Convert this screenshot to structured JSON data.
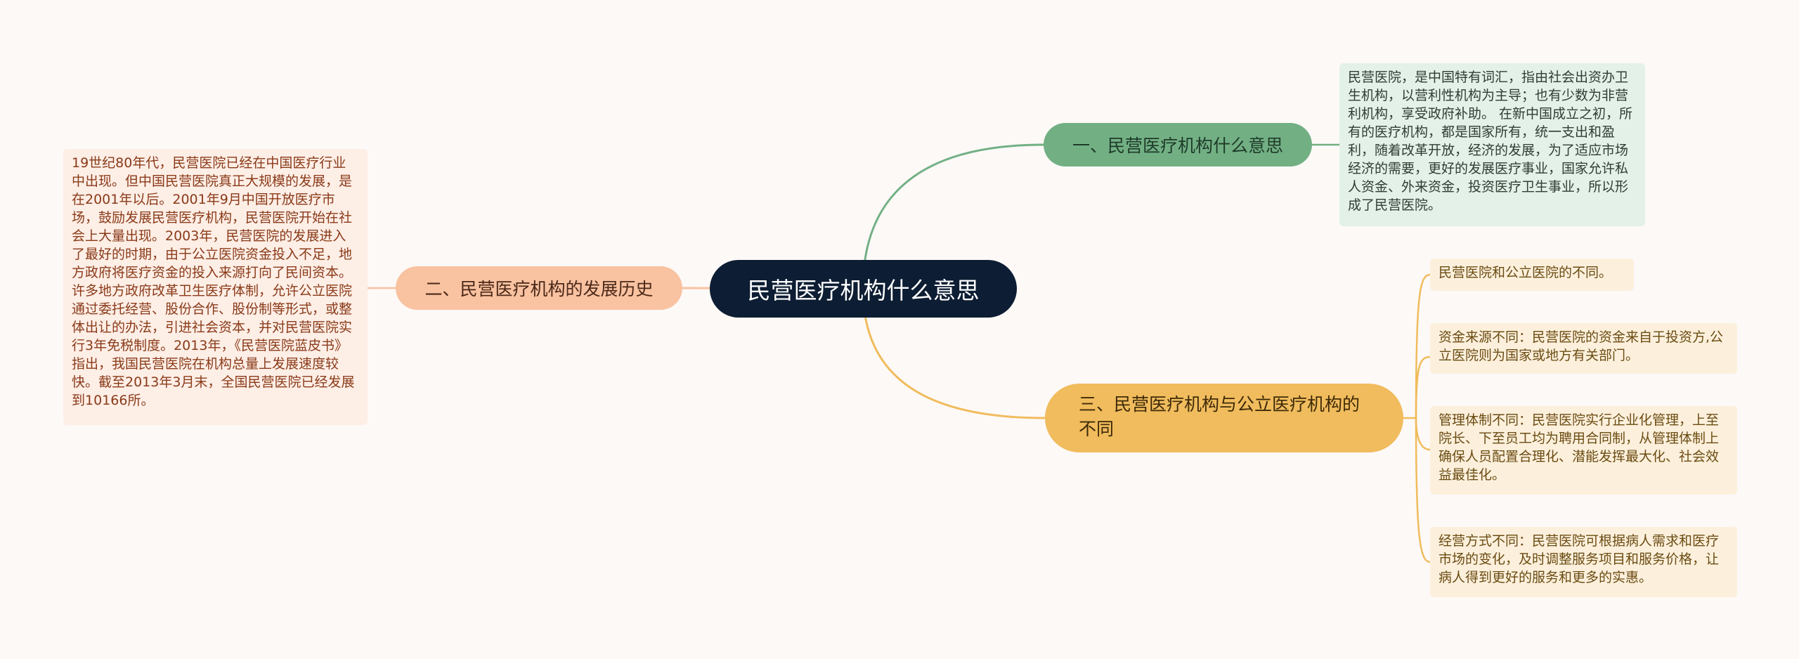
{
  "root": {
    "label": "民营医疗机构什么意思"
  },
  "branches": [
    {
      "label": "一、民营医疗机构什么意思",
      "color": "#72b084",
      "details": [
        "民营医院，是中国特有词汇，指由社会出资办卫生机构，以营利性机构为主导；也有少数为非营利机构，享受政府补助。 在新中国成立之初，所有的医疗机构，都是国家所有，统一支出和盈利，随着改革开放，经济的发展，为了适应市场经济的需要，更好的发展医疗事业，国家允许私人资金、外来资金，投资医疗卫生事业，所以形成了民营医院。"
      ]
    },
    {
      "label": "二、民营医疗机构的发展历史",
      "color": "#f9c2a1",
      "details": [
        "19世纪80年代，民营医院已经在中国医疗行业中出现。但中国民营医院真正大规模的发展，是在2001年以后。2001年9月中国开放医疗市场，鼓励发展民营医疗机构，民营医院开始在社会上大量出现。2003年，民营医院的发展进入了最好的时期，由于公立医院资金投入不足，地方政府将医疗资金的投入来源打向了民间资本。许多地方政府改革卫生医疗体制，允许公立医院通过委托经营、股份合作、股份制等形式，或整体出让的办法，引进社会资本，并对民营医院实行3年免税制度。2013年，《民营医院蓝皮书》指出，我国民营医院在机构总量上发展速度较快。截至2013年3月末，全国民营医院已经发展到10166所。"
      ]
    },
    {
      "label": "三、民营医疗机构与公立医疗机构的不同",
      "color": "#f0bc5d",
      "details": [
        "民营医院和公立医院的不同。",
        "资金来源不同：民营医院的资金来自于投资方,公立医院则为国家或地方有关部门。",
        "管理体制不同：民营医院实行企业化管理，上至院长、下至员工均为聘用合同制，从管理体制上确保人员配置合理化、潜能发挥最大化、社会效益最佳化。",
        "经营方式不同：民营医院可根据病人需求和医疗市场的变化，及时调整服务项目和服务价格，让病人得到更好的服务和更多的实惠。"
      ]
    }
  ]
}
